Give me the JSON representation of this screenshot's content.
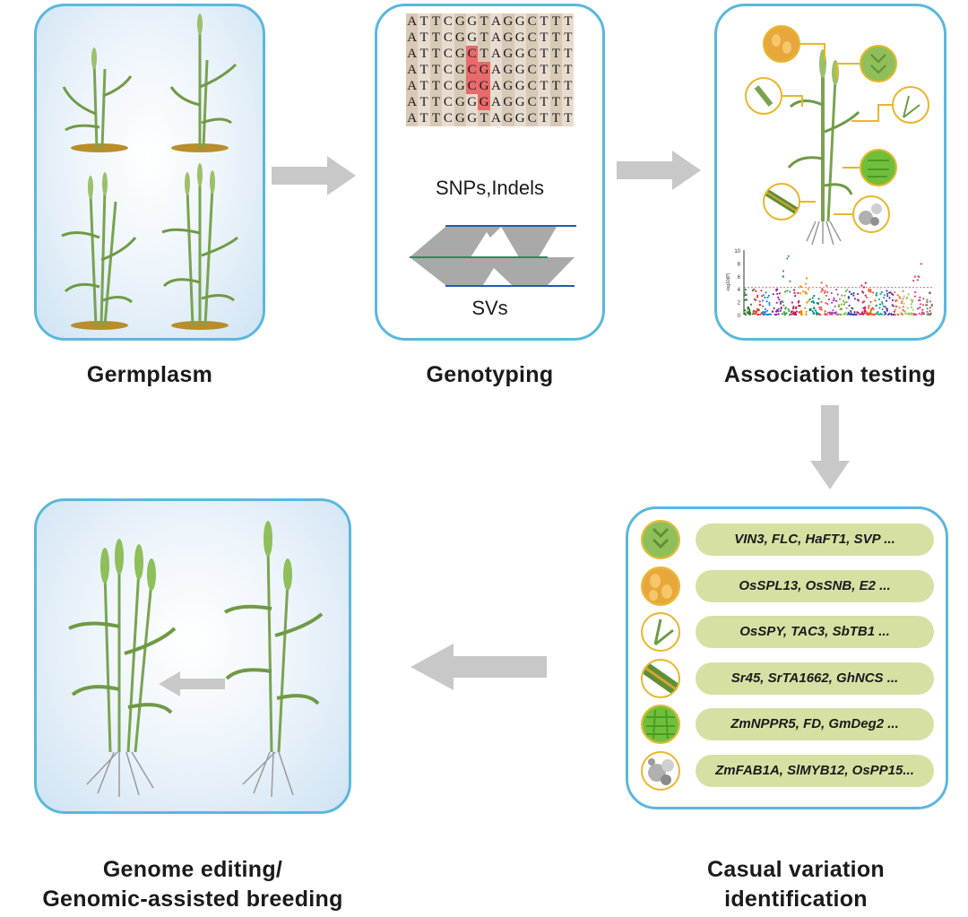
{
  "stages": {
    "germplasm": "Germplasm",
    "genotyping": "Genotyping",
    "association": "Association testing",
    "casual_line1": "Casual variation",
    "casual_line2": "identification",
    "editing_line1": "Genome editing/",
    "editing_line2": "Genomic-assisted breeding"
  },
  "genotyping": {
    "sequences": [
      "ATTCGGTAGGCTTT",
      "ATTCGGTAGGCTTT",
      "ATTCGCTAGGCTTT",
      "ATTCGCGAGGCTTT",
      "ATTCGCGAGGCTTT",
      "ATTCGGGAGGCTTT",
      "ATTCGGTAGGCTTT"
    ],
    "snp_label": "SNPs,Indels",
    "sv_label": "SVs"
  },
  "manhattan": {
    "y_ticks": [
      "10",
      "8",
      "6",
      "4",
      "2",
      "0"
    ],
    "y_axis_label": "-log10(P)",
    "chromosome_colors": [
      "#2e7d32",
      "#e53935",
      "#1e88e5",
      "#8e24aa",
      "#43a047",
      "#c2185b",
      "#fb8c00",
      "#00897b",
      "#ef5350",
      "#ab47bc",
      "#7cb342",
      "#3949ab",
      "#d81b60",
      "#f4511e",
      "#26a69a",
      "#5e35b1",
      "#ff7043",
      "#9ccc65",
      "#ec407a",
      "#8d6e63"
    ]
  },
  "genes": [
    {
      "text": "VIN3, FLC, HaFT1, SVP ...",
      "icon": "wheat-spike-icon"
    },
    {
      "text": "OsSPL13, OsSNB, E2 ...",
      "icon": "grain-icon"
    },
    {
      "text": "OsSPY, TAC3, SbTB1 ...",
      "icon": "leaf-angle-icon"
    },
    {
      "text": "Sr45, SrTA1662, GhNCS ...",
      "icon": "leaf-stripe-icon"
    },
    {
      "text": "ZmNPPR5, FD, GmDeg2 ...",
      "icon": "leaf-cells-icon"
    },
    {
      "text": "ZmFAB1A, SlMYB12,  OsPP15...",
      "icon": "molecule-icon"
    }
  ],
  "colors": {
    "panel_border": "#5ab8dc",
    "arrow": "#c8c8c8",
    "pill": "#d6e0a3",
    "icon_ring": "#e8b72a",
    "soil": "#b88d2a",
    "plant": "#7aa350"
  }
}
